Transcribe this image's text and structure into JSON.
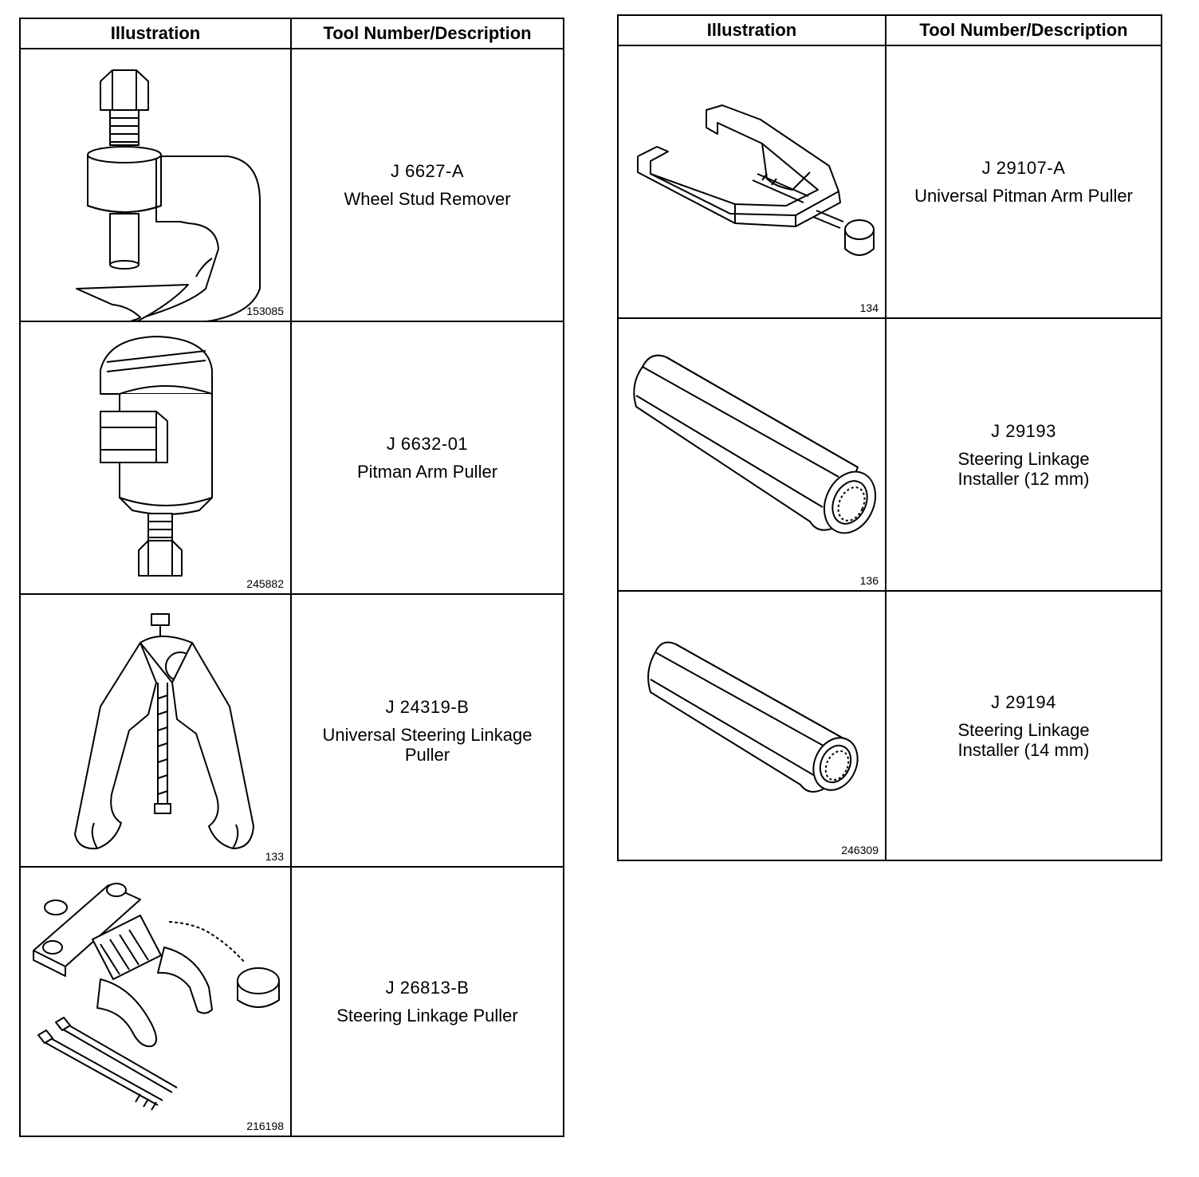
{
  "left_table": {
    "headers": {
      "illustration": "Illustration",
      "description": "Tool Number/Description"
    },
    "rows": [
      {
        "number": "J 6627-A",
        "name": "Wheel Stud Remover",
        "figure_code": "153085",
        "icon": "wheel-stud-remover-icon"
      },
      {
        "number": "J 6632-01",
        "name": "Pitman Arm Puller",
        "figure_code": "245882",
        "icon": "pitman-arm-puller-icon"
      },
      {
        "number": "J 24319-B",
        "name": "Universal Steering Linkage Puller",
        "figure_code": "133",
        "icon": "universal-steering-linkage-puller-icon"
      },
      {
        "number": "J 26813-B",
        "name": "Steering Linkage Puller",
        "figure_code": "216198",
        "icon": "steering-linkage-puller-icon"
      }
    ]
  },
  "right_table": {
    "headers": {
      "illustration": "Illustration",
      "description": "Tool Number/Description"
    },
    "rows": [
      {
        "number": "J 29107-A",
        "name": "Universal Pitman Arm Puller",
        "figure_code": "134",
        "icon": "universal-pitman-arm-puller-icon"
      },
      {
        "number": "J 29193",
        "name": "Steering Linkage Installer (12 mm)",
        "figure_code": "136",
        "icon": "steering-linkage-installer-12mm-icon"
      },
      {
        "number": "J 29194",
        "name": "Steering Linkage Installer (14 mm)",
        "figure_code": "246309",
        "icon": "steering-linkage-installer-14mm-icon"
      }
    ]
  }
}
